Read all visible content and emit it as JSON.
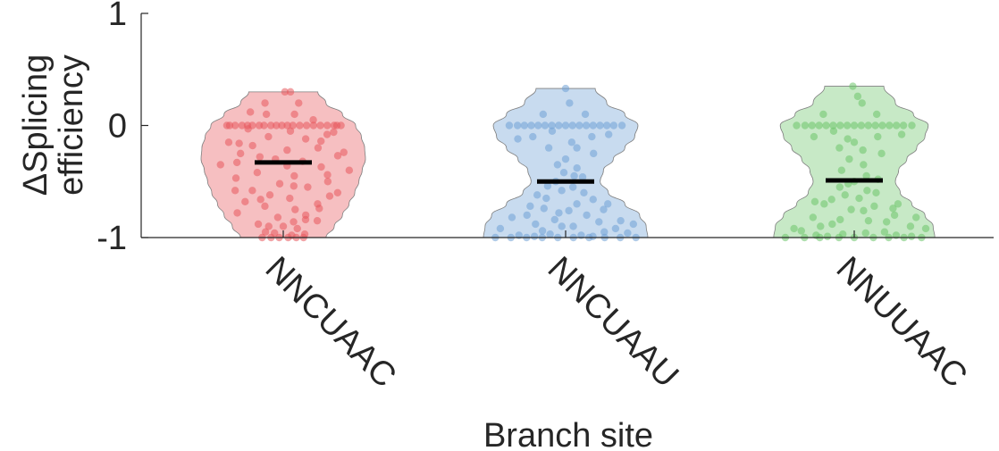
{
  "chart_data": {
    "type": "violin",
    "title": "",
    "xlabel": "Branch site",
    "ylabel_line1": "ΔSplicing",
    "ylabel_line2": "efficiency",
    "ylim": [
      -1,
      1
    ],
    "yticks": [
      -1,
      0,
      1
    ],
    "ytick_labels": [
      "-1",
      "0",
      "1"
    ],
    "grid": false,
    "categories": [
      "NNCUAAC",
      "NNCUAAU",
      "NNUUAAC"
    ],
    "series": [
      {
        "category": "NNCUAAC",
        "color": "#e8585c",
        "median": -0.33,
        "violin_range": [
          -1.0,
          0.3
        ],
        "density": [
          [
            -1.0,
            0.52
          ],
          [
            -0.9,
            0.62
          ],
          [
            -0.8,
            0.72
          ],
          [
            -0.7,
            0.8
          ],
          [
            -0.6,
            0.87
          ],
          [
            -0.5,
            0.92
          ],
          [
            -0.4,
            0.96
          ],
          [
            -0.3,
            1.0
          ],
          [
            -0.2,
            0.99
          ],
          [
            -0.1,
            0.95
          ],
          [
            0.0,
            0.88
          ],
          [
            0.1,
            0.72
          ],
          [
            0.2,
            0.52
          ],
          [
            0.3,
            0.42
          ]
        ],
        "points": [
          [
            0.0,
            -0.82
          ],
          [
            0.0,
            -0.7
          ],
          [
            0.0,
            -0.6
          ],
          [
            0.0,
            -0.52
          ],
          [
            0.0,
            -0.45
          ],
          [
            0.0,
            -0.35
          ],
          [
            0.0,
            -0.28
          ],
          [
            0.0,
            -0.18
          ],
          [
            0.0,
            -0.1
          ],
          [
            0.0,
            -0.02
          ],
          [
            0.0,
            0.06
          ],
          [
            0.0,
            0.14
          ],
          [
            0.0,
            0.24
          ],
          [
            0.0,
            0.34
          ],
          [
            0.0,
            0.44
          ],
          [
            0.0,
            0.54
          ],
          [
            0.0,
            0.64
          ],
          [
            0.0,
            0.74
          ],
          [
            0.0,
            0.84
          ],
          [
            0.0,
            -0.78
          ],
          [
            0.0,
            0.78
          ],
          [
            0.1,
            -0.3
          ],
          [
            0.1,
            0.2
          ],
          [
            0.2,
            -0.45
          ],
          [
            0.2,
            0.38
          ],
          [
            0.3,
            0.05
          ],
          [
            0.3,
            0.22
          ],
          [
            0.12,
            -0.62
          ],
          [
            0.05,
            0.48
          ],
          [
            -0.03,
            -0.5
          ],
          [
            -0.05,
            0.1
          ],
          [
            -0.08,
            0.6
          ],
          [
            -0.1,
            -0.2
          ],
          [
            -0.12,
            0.3
          ],
          [
            -0.15,
            -0.72
          ],
          [
            -0.18,
            -0.4
          ],
          [
            -0.2,
            0.45
          ],
          [
            -0.22,
            0.05
          ],
          [
            -0.25,
            -0.55
          ],
          [
            -0.27,
            0.7
          ],
          [
            -0.3,
            -0.1
          ],
          [
            -0.32,
            0.25
          ],
          [
            -0.35,
            -0.82
          ],
          [
            -0.37,
            0.5
          ],
          [
            -0.4,
            0.88
          ],
          [
            -0.42,
            -0.35
          ],
          [
            -0.45,
            0.15
          ],
          [
            -0.47,
            -0.65
          ],
          [
            -0.5,
            0.62
          ],
          [
            -0.52,
            -0.05
          ],
          [
            -0.55,
            0.35
          ],
          [
            -0.58,
            -0.45
          ],
          [
            -0.6,
            0.8
          ],
          [
            -0.62,
            -0.2
          ],
          [
            -0.65,
            0.1
          ],
          [
            -0.68,
            -0.6
          ],
          [
            -0.7,
            0.55
          ],
          [
            -0.72,
            -0.3
          ],
          [
            -0.75,
            0.2
          ],
          [
            -0.78,
            -0.8
          ],
          [
            -0.8,
            0.4
          ],
          [
            -0.82,
            -0.1
          ],
          [
            -0.85,
            0.65
          ],
          [
            -0.88,
            -0.5
          ],
          [
            -0.9,
            0.0
          ],
          [
            -0.92,
            0.3
          ],
          [
            -0.95,
            -0.4
          ],
          [
            -0.97,
            0.5
          ],
          [
            -1.0,
            -0.52
          ],
          [
            -1.0,
            -0.3
          ],
          [
            -1.0,
            -0.1
          ],
          [
            -1.0,
            0.12
          ],
          [
            -1.0,
            0.32
          ],
          [
            -1.0,
            0.5
          ],
          [
            -0.98,
            0.2
          ],
          [
            -0.96,
            -0.2
          ],
          [
            -0.63,
            0.7
          ],
          [
            -0.58,
            -0.7
          ],
          [
            -0.44,
            0.6
          ],
          [
            -0.33,
            -0.6
          ],
          [
            -0.24,
            0.78
          ],
          [
            -0.16,
            -0.58
          ],
          [
            -0.06,
            0.7
          ],
          [
            -0.14,
            0.5
          ],
          [
            -0.86,
            0.2
          ],
          [
            -0.74,
            0.6
          ],
          [
            -0.66,
            -0.35
          ],
          [
            -0.54,
            0.15
          ],
          [
            -0.36,
            0.05
          ],
          [
            -0.28,
            -0.3
          ],
          [
            -0.9,
            -0.3
          ],
          [
            -0.84,
            0.42
          ]
        ]
      },
      {
        "category": "NNCUAAU",
        "color": "#6fa0d6",
        "median": -0.5,
        "violin_range": [
          -1.0,
          0.33
        ],
        "density": [
          [
            -1.0,
            1.0
          ],
          [
            -0.9,
            0.98
          ],
          [
            -0.8,
            0.9
          ],
          [
            -0.7,
            0.72
          ],
          [
            -0.6,
            0.52
          ],
          [
            -0.5,
            0.42
          ],
          [
            -0.4,
            0.46
          ],
          [
            -0.3,
            0.58
          ],
          [
            -0.2,
            0.72
          ],
          [
            -0.1,
            0.84
          ],
          [
            0.0,
            0.88
          ],
          [
            0.1,
            0.72
          ],
          [
            0.2,
            0.5
          ],
          [
            0.33,
            0.36
          ]
        ],
        "points": [
          [
            0.0,
            -0.82
          ],
          [
            0.0,
            -0.7
          ],
          [
            0.0,
            -0.6
          ],
          [
            0.0,
            -0.5
          ],
          [
            0.0,
            -0.4
          ],
          [
            0.0,
            -0.3
          ],
          [
            0.0,
            -0.2
          ],
          [
            0.0,
            -0.1
          ],
          [
            0.0,
            0.0
          ],
          [
            0.0,
            0.1
          ],
          [
            0.0,
            0.2
          ],
          [
            0.0,
            0.3
          ],
          [
            0.0,
            0.4
          ],
          [
            0.0,
            0.5
          ],
          [
            0.0,
            0.6
          ],
          [
            0.0,
            0.7
          ],
          [
            0.0,
            0.82
          ],
          [
            0.33,
            0.0
          ],
          [
            0.1,
            -0.4
          ],
          [
            0.1,
            0.35
          ],
          [
            0.2,
            0.1
          ],
          [
            -0.1,
            -0.5
          ],
          [
            -0.1,
            0.4
          ],
          [
            -0.15,
            0.1
          ],
          [
            -0.2,
            -0.3
          ],
          [
            -0.25,
            0.55
          ],
          [
            -0.3,
            0.0
          ],
          [
            -0.35,
            -0.2
          ],
          [
            -0.38,
            0.3
          ],
          [
            -0.42,
            -0.05
          ],
          [
            -0.45,
            0.25
          ],
          [
            -0.5,
            -0.3
          ],
          [
            -0.55,
            0.2
          ],
          [
            -0.58,
            -0.1
          ],
          [
            -0.6,
            0.45
          ],
          [
            -0.65,
            -0.4
          ],
          [
            -0.7,
            0.2
          ],
          [
            -0.72,
            -0.6
          ],
          [
            -0.75,
            0.6
          ],
          [
            -0.78,
            -0.1
          ],
          [
            -0.8,
            0.3
          ],
          [
            -0.82,
            -0.75
          ],
          [
            -0.85,
            0.75
          ],
          [
            -0.88,
            -0.4
          ],
          [
            -0.9,
            0.1
          ],
          [
            -0.92,
            -0.85
          ],
          [
            -0.95,
            0.5
          ],
          [
            -0.97,
            -0.2
          ],
          [
            -1.0,
            -0.9
          ],
          [
            -1.0,
            -0.7
          ],
          [
            -1.0,
            -0.5
          ],
          [
            -1.0,
            -0.3
          ],
          [
            -1.0,
            -0.1
          ],
          [
            -1.0,
            0.1
          ],
          [
            -1.0,
            0.3
          ],
          [
            -1.0,
            0.5
          ],
          [
            -1.0,
            0.7
          ],
          [
            -1.0,
            0.9
          ],
          [
            -0.98,
            -0.6
          ],
          [
            -0.98,
            0.2
          ],
          [
            -0.96,
            0.8
          ],
          [
            -0.94,
            -0.3
          ],
          [
            -0.86,
            0.45
          ],
          [
            -0.84,
            -0.15
          ],
          [
            -0.76,
            0.05
          ],
          [
            -0.74,
            -0.35
          ],
          [
            -0.66,
            0.55
          ],
          [
            -0.62,
            -0.65
          ],
          [
            -0.54,
            -0.5
          ],
          [
            -0.46,
            0.5
          ],
          [
            -0.2,
            0.2
          ],
          [
            -0.05,
            -0.2
          ],
          [
            -0.08,
            0.65
          ],
          [
            -0.12,
            -0.75
          ],
          [
            -0.92,
            0.65
          ],
          [
            -0.88,
            0.9
          ],
          [
            -0.8,
            -0.55
          ],
          [
            -0.7,
            0.75
          ],
          [
            -0.9,
            -0.05
          ],
          [
            -0.99,
            0.35
          ],
          [
            -0.99,
            -0.4
          ]
        ]
      },
      {
        "category": "NNUUAAC",
        "color": "#6cc46a",
        "median": -0.49,
        "violin_range": [
          -1.0,
          0.35
        ],
        "density": [
          [
            -1.0,
            0.98
          ],
          [
            -0.9,
            0.96
          ],
          [
            -0.8,
            0.86
          ],
          [
            -0.7,
            0.7
          ],
          [
            -0.6,
            0.56
          ],
          [
            -0.5,
            0.5
          ],
          [
            -0.4,
            0.54
          ],
          [
            -0.3,
            0.64
          ],
          [
            -0.2,
            0.76
          ],
          [
            -0.1,
            0.86
          ],
          [
            0.0,
            0.9
          ],
          [
            0.1,
            0.72
          ],
          [
            0.2,
            0.5
          ],
          [
            0.35,
            0.36
          ]
        ],
        "points": [
          [
            0.0,
            -0.82
          ],
          [
            0.0,
            -0.7
          ],
          [
            0.0,
            -0.6
          ],
          [
            0.0,
            -0.5
          ],
          [
            0.0,
            -0.4
          ],
          [
            0.0,
            -0.3
          ],
          [
            0.0,
            -0.2
          ],
          [
            0.0,
            -0.1
          ],
          [
            0.0,
            0.0
          ],
          [
            0.0,
            0.1
          ],
          [
            0.0,
            0.2
          ],
          [
            0.0,
            0.3
          ],
          [
            0.0,
            0.4
          ],
          [
            0.0,
            0.5
          ],
          [
            0.0,
            0.6
          ],
          [
            0.0,
            0.7
          ],
          [
            0.0,
            0.82
          ],
          [
            0.35,
            -0.05
          ],
          [
            0.26,
            0.1
          ],
          [
            0.1,
            -0.55
          ],
          [
            0.1,
            0.4
          ],
          [
            0.2,
            0.2
          ],
          [
            -0.1,
            -0.6
          ],
          [
            -0.1,
            0.35
          ],
          [
            -0.15,
            0.0
          ],
          [
            -0.2,
            -0.25
          ],
          [
            -0.25,
            0.5
          ],
          [
            -0.3,
            -0.1
          ],
          [
            -0.35,
            0.2
          ],
          [
            -0.4,
            -0.3
          ],
          [
            -0.45,
            0.3
          ],
          [
            -0.5,
            0.0
          ],
          [
            -0.55,
            -0.35
          ],
          [
            -0.6,
            0.5
          ],
          [
            -0.62,
            -0.2
          ],
          [
            -0.65,
            0.1
          ],
          [
            -0.7,
            -0.55
          ],
          [
            -0.72,
            0.35
          ],
          [
            -0.75,
            -0.05
          ],
          [
            -0.8,
            0.6
          ],
          [
            -0.82,
            -0.6
          ],
          [
            -0.85,
            0.2
          ],
          [
            -0.88,
            -0.3
          ],
          [
            -0.9,
            0.75
          ],
          [
            -0.92,
            -0.8
          ],
          [
            -0.95,
            0.4
          ],
          [
            -0.97,
            -0.15
          ],
          [
            -1.0,
            -0.9
          ],
          [
            -1.0,
            -0.65
          ],
          [
            -1.0,
            -0.45
          ],
          [
            -1.0,
            -0.2
          ],
          [
            -1.0,
            0.0
          ],
          [
            -1.0,
            0.25
          ],
          [
            -1.0,
            0.45
          ],
          [
            -1.0,
            0.65
          ],
          [
            -1.0,
            0.88
          ],
          [
            -0.98,
            -0.5
          ],
          [
            -0.98,
            0.55
          ],
          [
            -0.96,
            0.15
          ],
          [
            -0.94,
            -0.7
          ],
          [
            -0.86,
            0.45
          ],
          [
            -0.84,
            -0.2
          ],
          [
            -0.76,
            0.15
          ],
          [
            -0.74,
            0.65
          ],
          [
            -0.66,
            -0.45
          ],
          [
            -0.58,
            0.3
          ],
          [
            -0.52,
            -0.15
          ],
          [
            -0.48,
            0.6
          ],
          [
            -0.22,
            0.15
          ],
          [
            -0.05,
            -0.3
          ],
          [
            -0.08,
            0.7
          ],
          [
            -0.12,
            -0.1
          ],
          [
            -0.92,
            0.95
          ],
          [
            -0.9,
            -0.45
          ],
          [
            -0.82,
            0.9
          ],
          [
            -0.7,
            0.8
          ],
          [
            -0.68,
            -0.75
          ],
          [
            -0.99,
            0.75
          ],
          [
            -0.99,
            -0.35
          ]
        ]
      }
    ]
  }
}
